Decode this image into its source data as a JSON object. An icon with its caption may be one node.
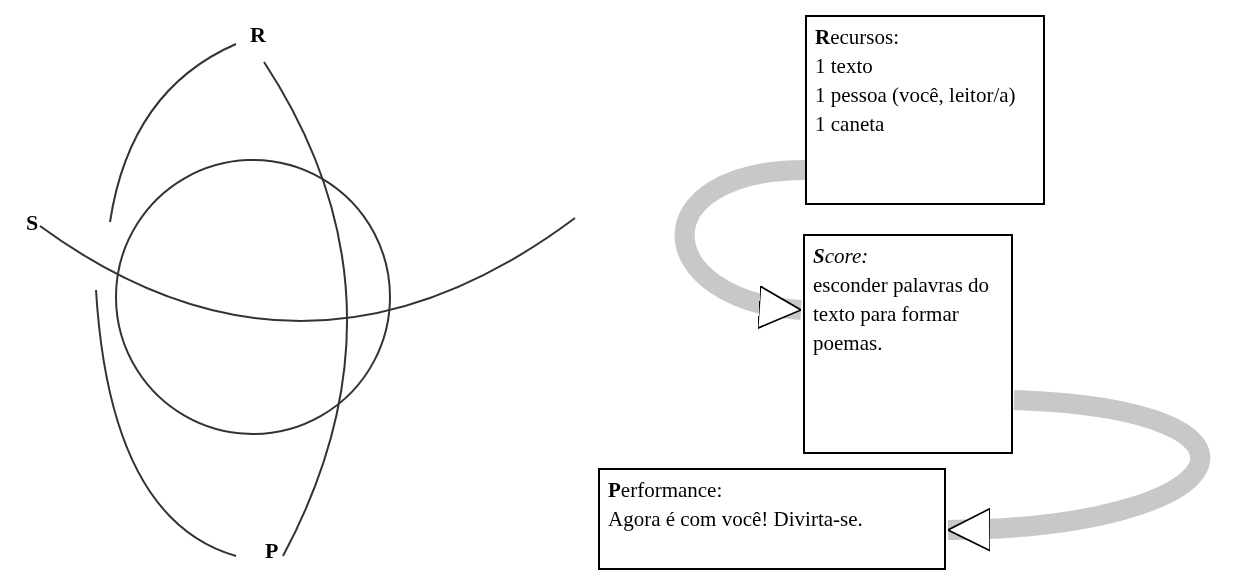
{
  "diagram": {
    "nodes": [
      {
        "text": [
          "**R**ecursos:",
          "1 texto",
          "1 pessoa (você, leitor/a)",
          "1 caneta"
        ]
      },
      {
        "text": [
          "**S**core:",
          "esconder palavras do texto para formar poemas."
        ]
      },
      {
        "text": [
          "**P**erformance:",
          "Agora é com você! Divirta-se."
        ]
      }
    ],
    "edges": [
      {
        "from": 0,
        "to": 1,
        "arrow": "to"
      },
      {
        "from": 1,
        "to": 2,
        "arrow": "to"
      }
    ],
    "labels": [
      "R",
      "S",
      "P"
    ]
  }
}
